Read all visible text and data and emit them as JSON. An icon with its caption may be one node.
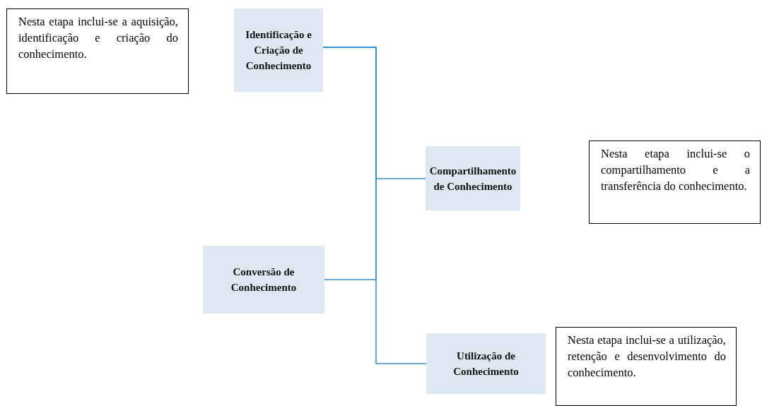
{
  "diagram": {
    "nodes": [
      {
        "text": [
          "Nesta etapa inclui-se a aquisição, identificação e criação do conhecimento."
        ]
      },
      {
        "text": [
          "Identificação e Criação de Conhecimento"
        ]
      },
      {
        "text": [
          "Compartilhamento de Conhecimento"
        ]
      },
      {
        "text": [
          "Nesta etapa inclui-se o compartilhamento e a transferência do conhecimento."
        ]
      },
      {
        "text": [
          "Conversão de Conhecimento"
        ]
      },
      {
        "text": [
          "Utilização de Conhecimento"
        ]
      },
      {
        "text": [
          "Nesta etapa inclui-se a utilização, retenção e desenvolvimento do conhecimento."
        ]
      }
    ],
    "edges": [
      {
        "from": 1,
        "to": 2,
        "arrow": "none"
      },
      {
        "from": 1,
        "to": 4,
        "arrow": "none"
      },
      {
        "from": 1,
        "to": 5,
        "arrow": "none"
      }
    ]
  }
}
